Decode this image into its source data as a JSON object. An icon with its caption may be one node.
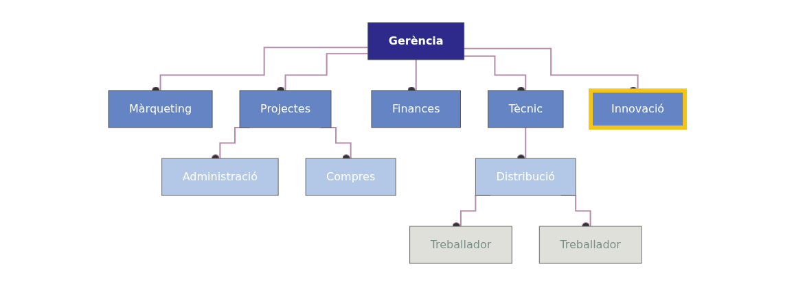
{
  "diagram": {
    "nodes": [
      {
        "text": [
          "Gerència"
        ]
      },
      {
        "text": [
          "Màrqueting"
        ]
      },
      {
        "text": [
          "Projectes"
        ]
      },
      {
        "text": [
          "Finances"
        ]
      },
      {
        "text": [
          "Tècnic"
        ]
      },
      {
        "text": [
          "Innovació"
        ]
      },
      {
        "text": [
          "Administració"
        ]
      },
      {
        "text": [
          "Compres"
        ]
      },
      {
        "text": [
          "Distribució"
        ]
      },
      {
        "text": [
          "Treballador"
        ]
      },
      {
        "text": [
          "Treballador"
        ]
      }
    ],
    "edges": [
      {
        "from": 0,
        "to": 1,
        "arrow": "other"
      },
      {
        "from": 0,
        "to": 2,
        "arrow": "other"
      },
      {
        "from": 0,
        "to": 3,
        "arrow": "other"
      },
      {
        "from": 0,
        "to": 4,
        "arrow": "other"
      },
      {
        "from": 0,
        "to": 5,
        "arrow": "other"
      },
      {
        "from": 2,
        "to": 6,
        "arrow": "other"
      },
      {
        "from": 2,
        "to": 7,
        "arrow": "other"
      },
      {
        "from": 4,
        "to": 8,
        "arrow": "other"
      },
      {
        "from": 8,
        "to": 9,
        "arrow": "other"
      },
      {
        "from": 8,
        "to": 10,
        "arrow": "other"
      }
    ]
  }
}
